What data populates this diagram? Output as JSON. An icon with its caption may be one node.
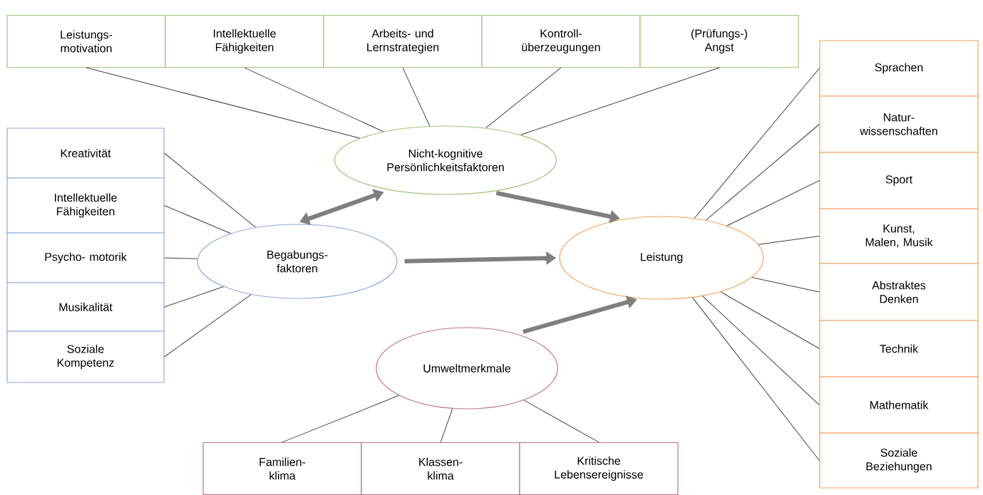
{
  "diagram": {
    "nodes": [
      {
        "text": [
          "Leistungs- motivation"
        ]
      },
      {
        "text": [
          "Intellektuelle Fähigkeiten"
        ]
      },
      {
        "text": [
          "Arbeits- und Lernstrategien"
        ]
      },
      {
        "text": [
          "Kontroll- überzeugungen"
        ]
      },
      {
        "text": [
          "(Prüfungs-) Angst"
        ]
      },
      {
        "text": [
          "Kreativität"
        ]
      },
      {
        "text": [
          "Intellektuelle Fähigkeiten"
        ]
      },
      {
        "text": [
          "Psycho- motorik"
        ]
      },
      {
        "text": [
          "Musikalität"
        ]
      },
      {
        "text": [
          "Soziale Kompetenz"
        ]
      },
      {
        "text": [
          "Sprachen"
        ]
      },
      {
        "text": [
          "Natur- wissenschaften"
        ]
      },
      {
        "text": [
          "Sport"
        ]
      },
      {
        "text": [
          "Kunst, Malen, Musik"
        ]
      },
      {
        "text": [
          "Abstraktes Denken"
        ]
      },
      {
        "text": [
          "Technik"
        ]
      },
      {
        "text": [
          "Mathematik"
        ]
      },
      {
        "text": [
          "Soziale Beziehungen"
        ]
      },
      {
        "text": [
          "Familien- klima"
        ]
      },
      {
        "text": [
          "Klassen- klima"
        ]
      },
      {
        "text": [
          "Kritische Lebensereignisse"
        ]
      },
      {
        "text": [
          "Nicht-kognitive Persönlichkeitsfaktoren"
        ]
      },
      {
        "text": [
          "Begabungs- faktoren"
        ]
      },
      {
        "text": [
          "Leistung"
        ]
      },
      {
        "text": [
          "Umweltmerkmale"
        ]
      }
    ],
    "edges": [
      {
        "from": 0,
        "to": 21,
        "arrow": "none"
      },
      {
        "from": 1,
        "to": 21,
        "arrow": "none"
      },
      {
        "from": 2,
        "to": 21,
        "arrow": "none"
      },
      {
        "from": 3,
        "to": 21,
        "arrow": "none"
      },
      {
        "from": 4,
        "to": 21,
        "arrow": "none"
      },
      {
        "from": 5,
        "to": 22,
        "arrow": "none"
      },
      {
        "from": 6,
        "to": 22,
        "arrow": "none"
      },
      {
        "from": 7,
        "to": 22,
        "arrow": "none"
      },
      {
        "from": 8,
        "to": 22,
        "arrow": "none"
      },
      {
        "from": 9,
        "to": 22,
        "arrow": "none"
      },
      {
        "from": 10,
        "to": 23,
        "arrow": "none"
      },
      {
        "from": 11,
        "to": 23,
        "arrow": "none"
      },
      {
        "from": 12,
        "to": 23,
        "arrow": "none"
      },
      {
        "from": 13,
        "to": 23,
        "arrow": "none"
      },
      {
        "from": 14,
        "to": 23,
        "arrow": "none"
      },
      {
        "from": 15,
        "to": 23,
        "arrow": "none"
      },
      {
        "from": 16,
        "to": 23,
        "arrow": "none"
      },
      {
        "from": 17,
        "to": 23,
        "arrow": "none"
      },
      {
        "from": 18,
        "to": 24,
        "arrow": "none"
      },
      {
        "from": 19,
        "to": 24,
        "arrow": "none"
      },
      {
        "from": 20,
        "to": 24,
        "arrow": "none"
      },
      {
        "from": 22,
        "to": 21,
        "arrow": "both",
        "style": "thick",
        "color": "#7f7f7f"
      },
      {
        "from": 21,
        "to": 23,
        "arrow": "to",
        "style": "thick",
        "color": "#7f7f7f"
      },
      {
        "from": 22,
        "to": 23,
        "arrow": "to",
        "style": "thick",
        "color": "#7f7f7f"
      },
      {
        "from": 24,
        "to": 23,
        "arrow": "to",
        "style": "thick",
        "color": "#7f7f7f"
      }
    ]
  }
}
